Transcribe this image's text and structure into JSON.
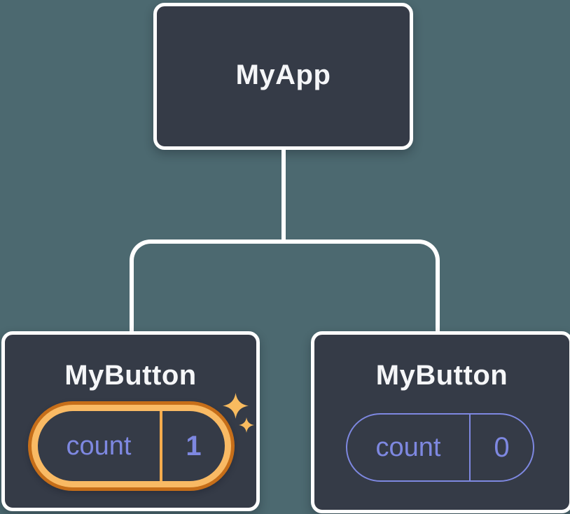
{
  "diagram": {
    "description": "React component tree with state",
    "root": {
      "title": "MyApp"
    },
    "children": [
      {
        "title": "MyButton",
        "state": {
          "label": "count",
          "value": "1"
        },
        "highlighted": true
      },
      {
        "title": "MyButton",
        "state": {
          "label": "count",
          "value": "0"
        },
        "highlighted": false
      }
    ]
  },
  "icons": {
    "sparkle_large": "sparkle-icon",
    "sparkle_small": "sparkle-icon"
  },
  "colors": {
    "background": "#4c6970",
    "box_fill": "#353b47",
    "box_border": "#ffffff",
    "line": "#ffffff",
    "title_text": "#f5f6f8",
    "purple": "#7e88e1",
    "ring_outer": "#c66e19",
    "ring_inner": "#f9ba64",
    "divider_orange": "#f5ac4d",
    "sparkle": "#f8bb5f"
  }
}
